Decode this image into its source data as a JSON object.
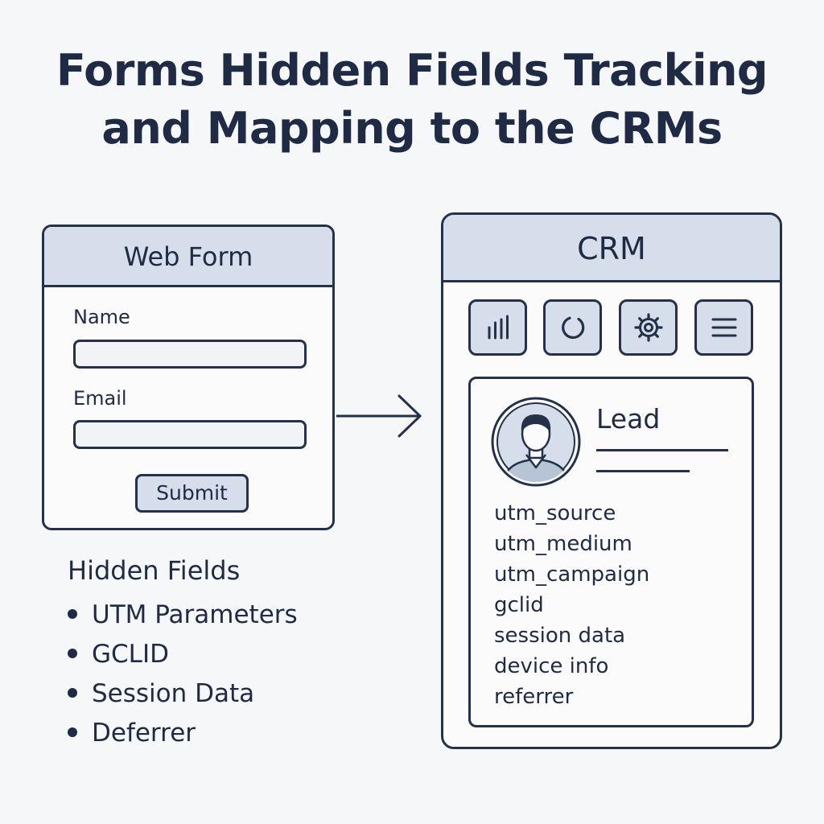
{
  "title": {
    "line1": "Forms Hidden Fields Tracking",
    "line2": "and Mapping to the CRMs"
  },
  "web_form": {
    "header": "Web Form",
    "fields": [
      {
        "label": "Name",
        "value": ""
      },
      {
        "label": "Email",
        "value": ""
      }
    ],
    "submit_label": "Submit"
  },
  "hidden_fields": {
    "title": "Hidden Fields",
    "items": [
      "UTM Parameters",
      "GCLID",
      "Session Data",
      "Deferrer"
    ]
  },
  "crm": {
    "header": "CRM",
    "toolbar": [
      {
        "icon": "bar-chart-icon"
      },
      {
        "icon": "refresh-icon"
      },
      {
        "icon": "gear-icon"
      },
      {
        "icon": "menu-icon"
      }
    ],
    "lead": {
      "label": "Lead",
      "avatar_icon": "person-avatar-icon",
      "fields": [
        "utm_source",
        "utm_medium",
        "utm_campaign",
        "gclid",
        "session data",
        "device info",
        "referrer"
      ]
    }
  },
  "colors": {
    "background": "#f6f7f9",
    "ink": "#1f2b45",
    "header_fill": "#d5deea",
    "input_fill": "#f1f3f6"
  }
}
